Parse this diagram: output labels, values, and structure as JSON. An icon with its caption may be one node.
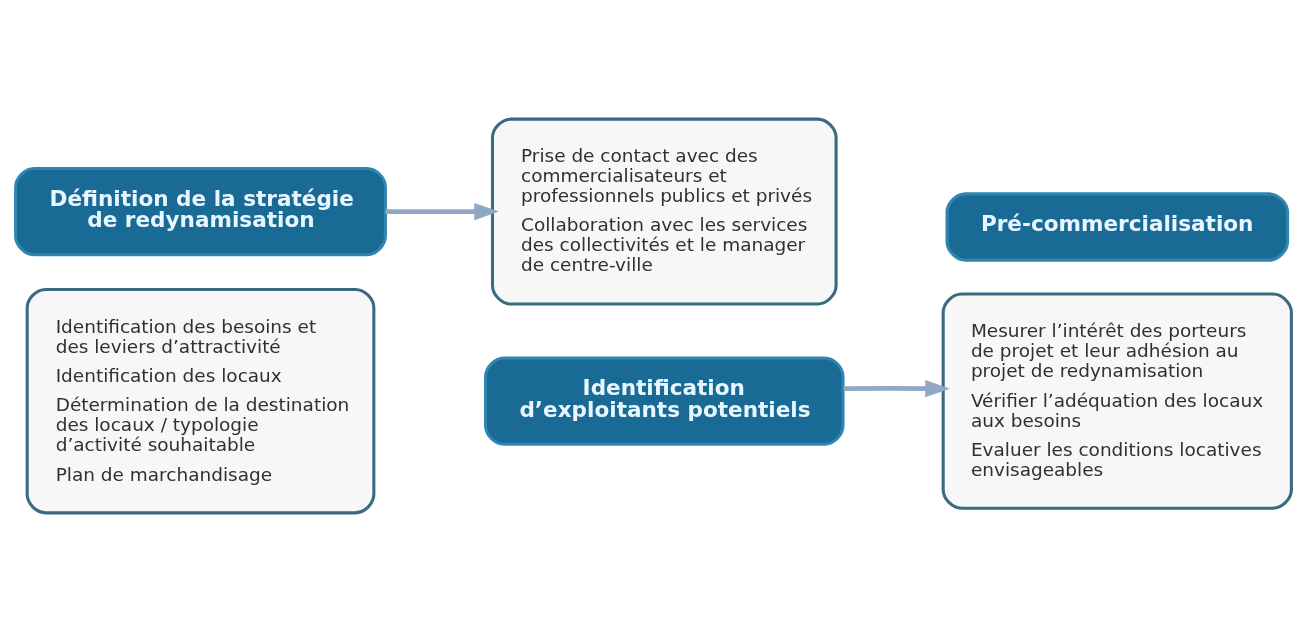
{
  "diagram": {
    "nodes": [
      {
        "text": [
          "Identification des besoins et des leviers d’attractivité",
          "Identification des locaux",
          "Détermination de la destination des locaux / typologie d’activité souhaitable",
          "Plan de marchandisage"
        ]
      },
      {
        "text": [
          "Définition de la stratégie de redynamisation"
        ]
      },
      {
        "text": [
          "Identification d’exploitants potentiels"
        ]
      },
      {
        "text": [
          "Prise de contact avec des commercialisateurs et professionnels publics et privés",
          "Collaboration avec les services des collectivités et le manager de centre-ville"
        ]
      },
      {
        "text": [
          "Mesurer l’intérêt des porteurs de projet et leur adhésion au projet de redynamisation",
          "Vérifier l’adéquation des locaux aux besoins",
          "Evaluer les conditions locatives envisageables"
        ]
      },
      {
        "text": [
          "Pré-commercialisation"
        ]
      }
    ],
    "edges": [
      {
        "from": 1,
        "to": 3,
        "arrow": "to"
      },
      {
        "from": 2,
        "to": 4,
        "arrow": "to"
      }
    ]
  }
}
